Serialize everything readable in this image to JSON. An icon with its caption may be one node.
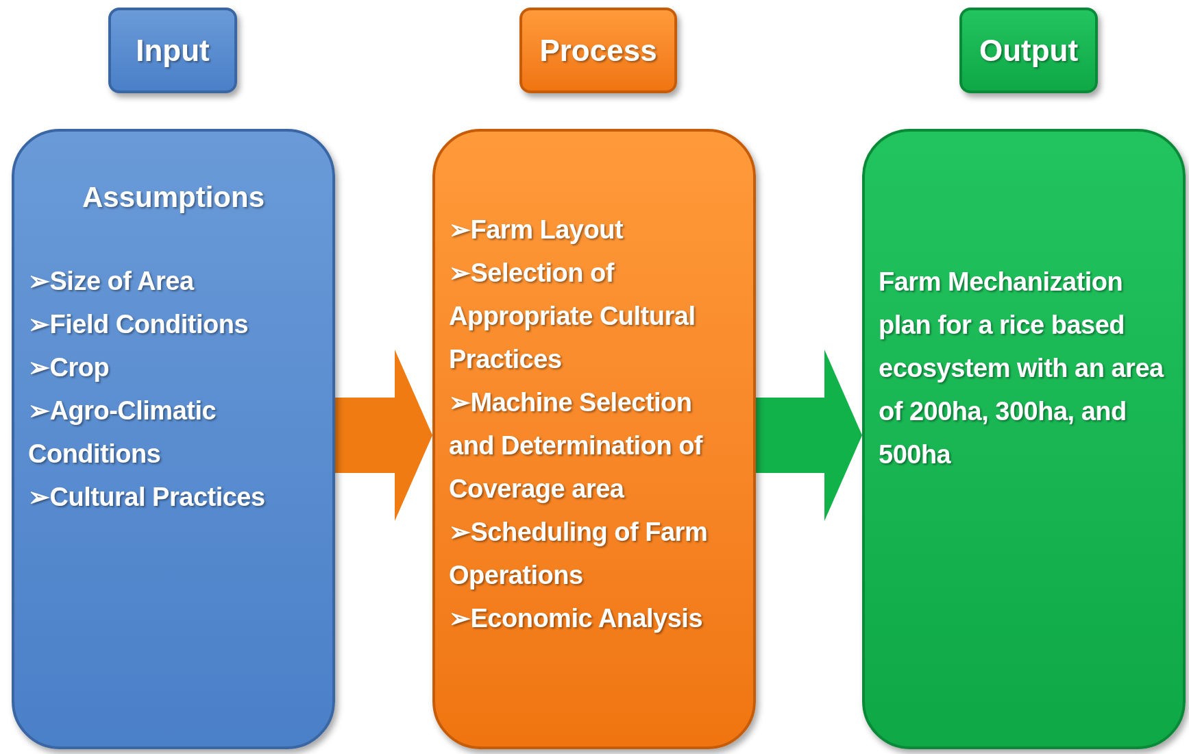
{
  "diagram": {
    "nodes": [
      {
        "text": [
          "Input"
        ]
      },
      {
        "text": [
          "Process"
        ]
      },
      {
        "text": [
          "Output"
        ]
      },
      {
        "text": [
          "Assumptions",
          "➢Size of Area",
          "➢Field Conditions",
          "➢Crop",
          "➢Agro-Climatic Conditions",
          "➢Cultural Practices"
        ]
      },
      {
        "text": [
          "➢Farm Layout",
          "➢Selection of Appropriate Cultural Practices",
          "➢Machine Selection and Determination of Coverage area",
          "➢Scheduling of Farm Operations",
          "➢Economic Analysis"
        ]
      },
      {
        "text": [
          "Farm Mechanization plan for a rice based ecosystem with an area of 200ha, 300ha, and 500ha"
        ]
      }
    ],
    "edges": [
      {
        "from": 3,
        "to": 4,
        "arrow": "to",
        "color": "#f07b12"
      },
      {
        "from": 4,
        "to": 5,
        "arrow": "to",
        "color": "#12b24a"
      }
    ]
  }
}
